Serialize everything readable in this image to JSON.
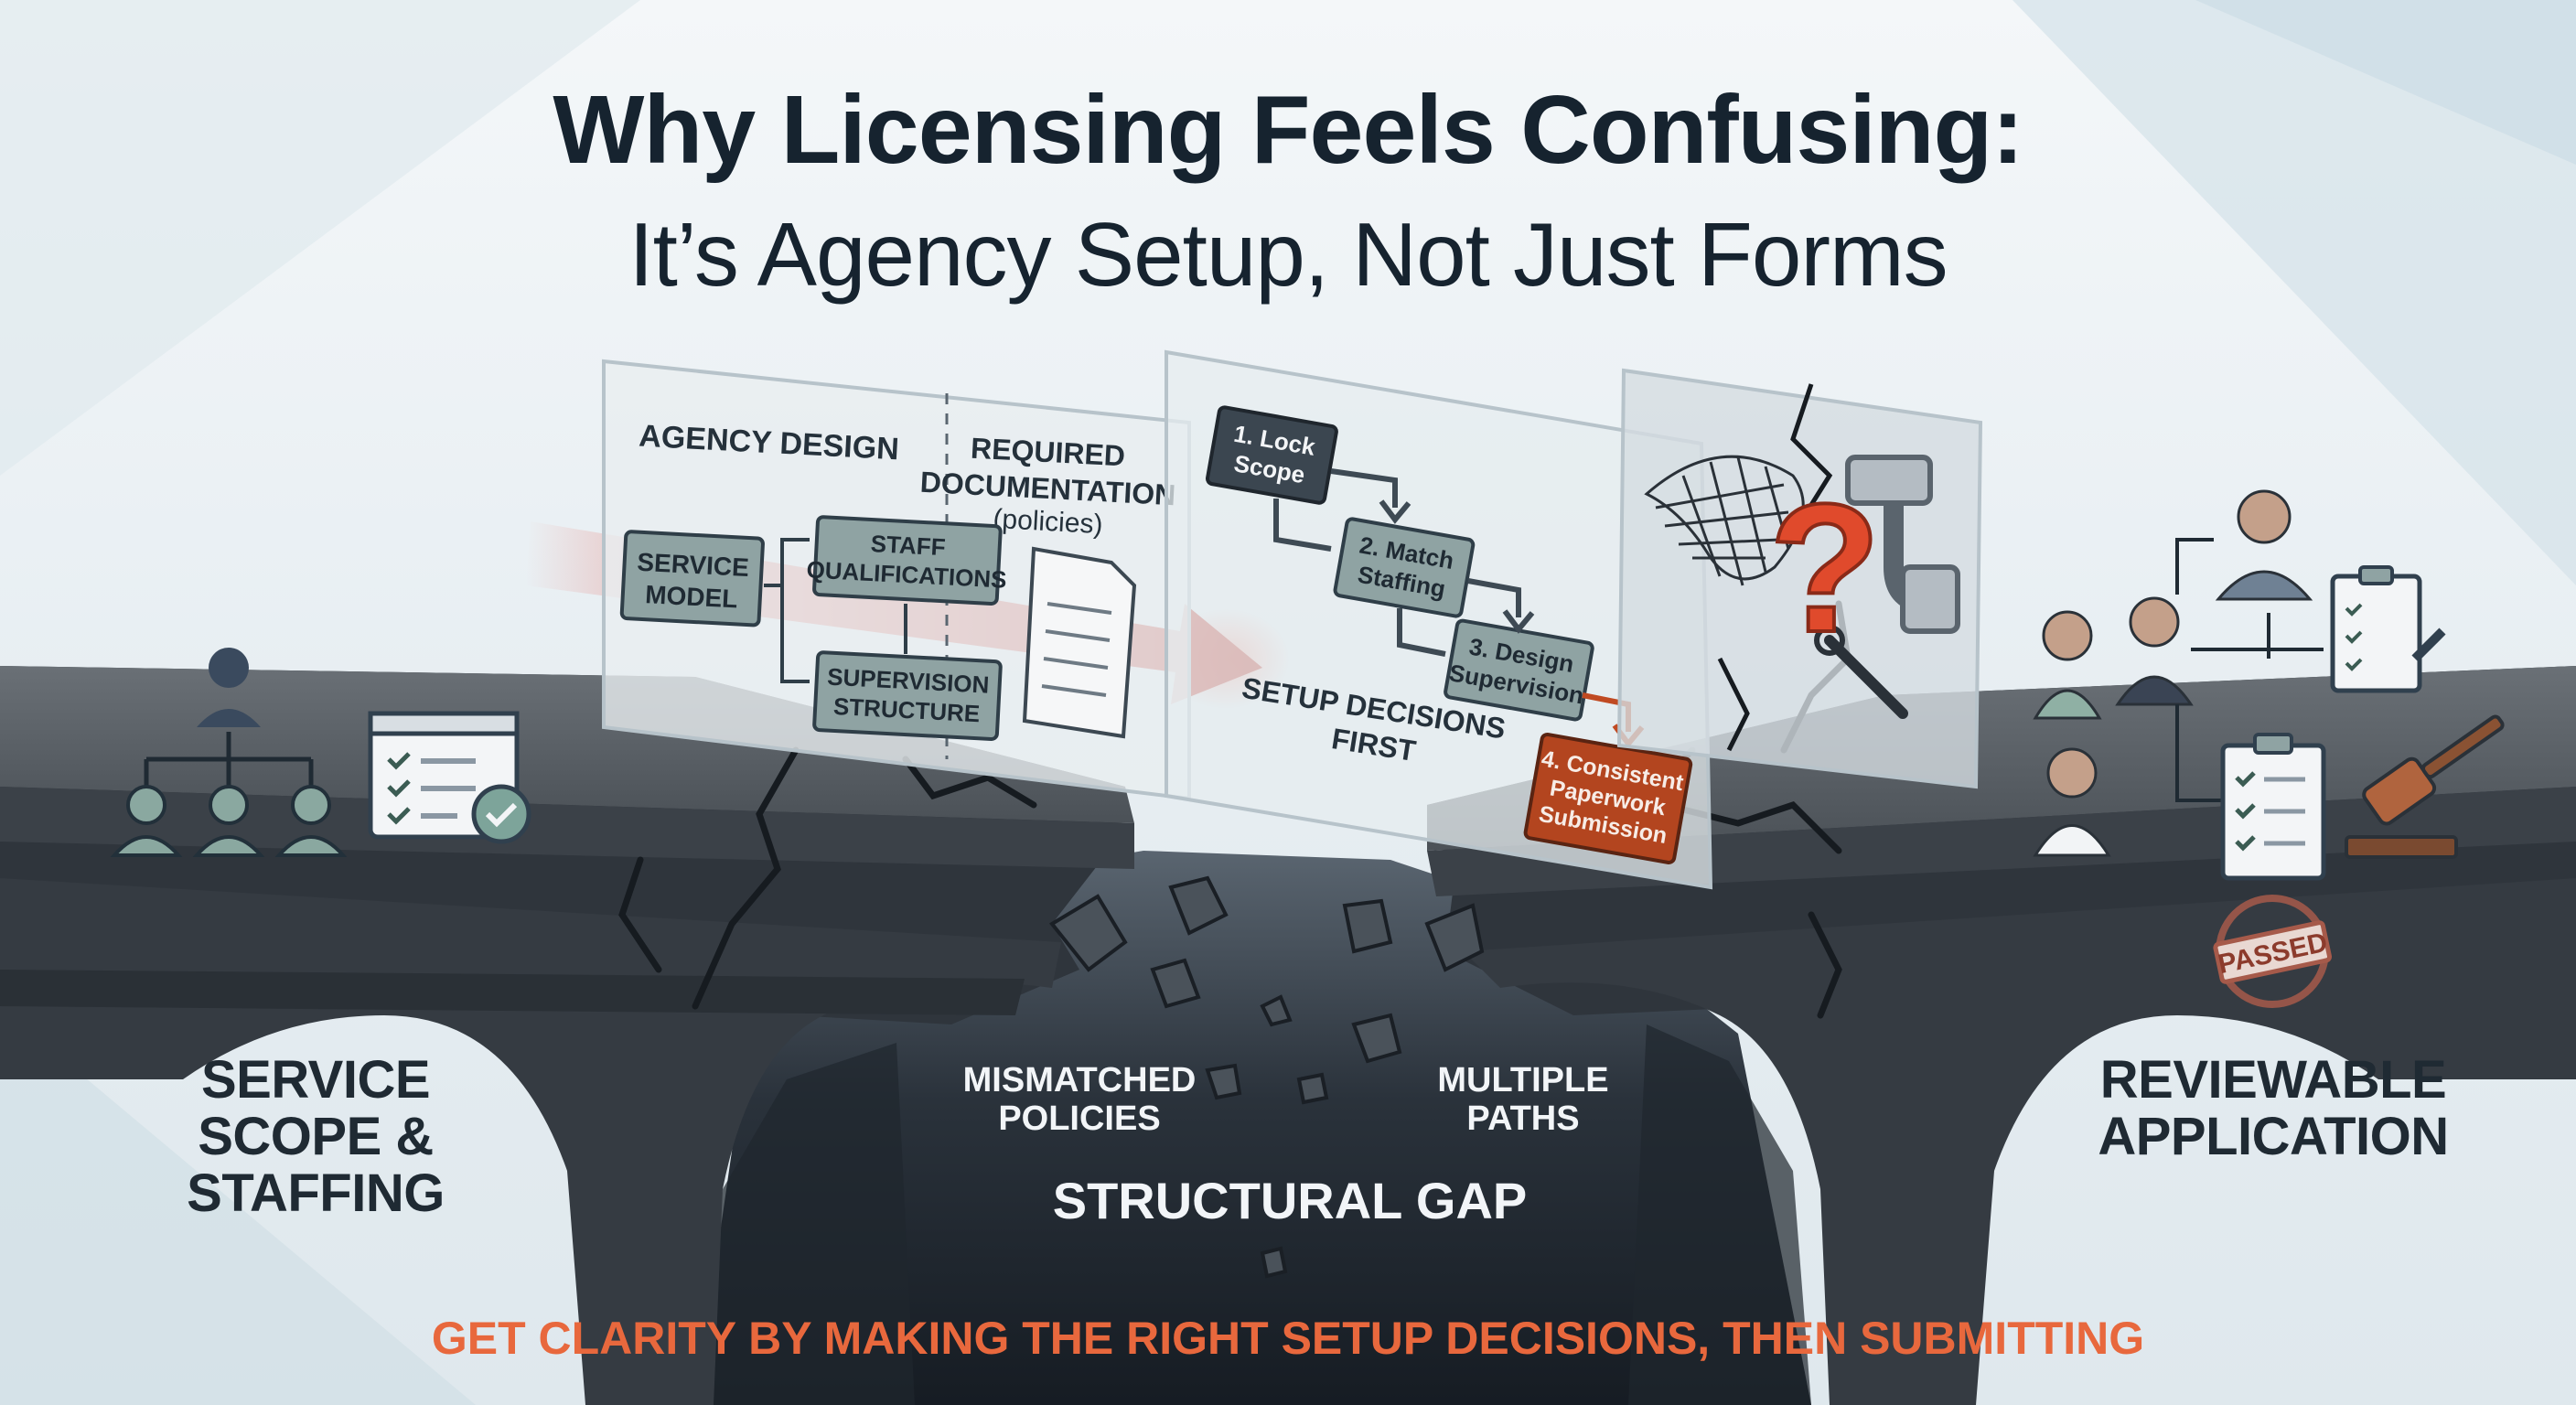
{
  "title": {
    "line1": "Why Licensing Feels Confusing:",
    "line2": "It’s Agency Setup, Not Just Forms"
  },
  "left_bank": {
    "label": "SERVICE SCOPE & STAFFING"
  },
  "right_bank": {
    "label": "REVIEWABLE APPLICATION",
    "stamp": "PASSED"
  },
  "panel_agency": {
    "heading_left": "AGENCY DESIGN",
    "heading_right_1": "REQUIRED",
    "heading_right_2": "DOCUMENTATION",
    "heading_right_3": "(policies)",
    "box_service": [
      "SERVICE",
      "MODEL"
    ],
    "box_staff": [
      "STAFF",
      "QUALIFICATIONS"
    ],
    "box_supervision": [
      "SUPERVISION",
      "STRUCTURE"
    ]
  },
  "panel_steps": {
    "step1": [
      "1. Lock",
      "Scope"
    ],
    "step2": [
      "2. Match",
      "Staffing"
    ],
    "step3": [
      "3. Design",
      "Supervision"
    ],
    "step4": [
      "4. Consistent",
      "Paperwork",
      "Submission"
    ],
    "caption": [
      "SETUP DECISIONS",
      "FIRST"
    ]
  },
  "gap": {
    "left": [
      "MISMATCHED",
      "POLICIES"
    ],
    "right": [
      "MULTIPLE",
      "PATHS"
    ],
    "center": "STRUCTURAL GAP"
  },
  "cta": "GET CLARITY BY MAKING THE RIGHT SETUP DECISIONS, THEN SUBMITTING",
  "colors": {
    "title": "#16232f",
    "bridge_top": "#5c6268",
    "bridge_dark": "#2f353c",
    "accent_red": "#d63a2a",
    "cta_orange": "#e8683d",
    "step4_fill": "#b3451f",
    "box_fill": "#8fa3a3",
    "gap_dark": "#1c232b"
  },
  "icons": [
    "org-chart-icon",
    "checklist-screen-icon",
    "people-icon",
    "clipboard-icon",
    "gavel-icon",
    "document-icon",
    "question-mark-icon",
    "tangled-net-icon"
  ]
}
